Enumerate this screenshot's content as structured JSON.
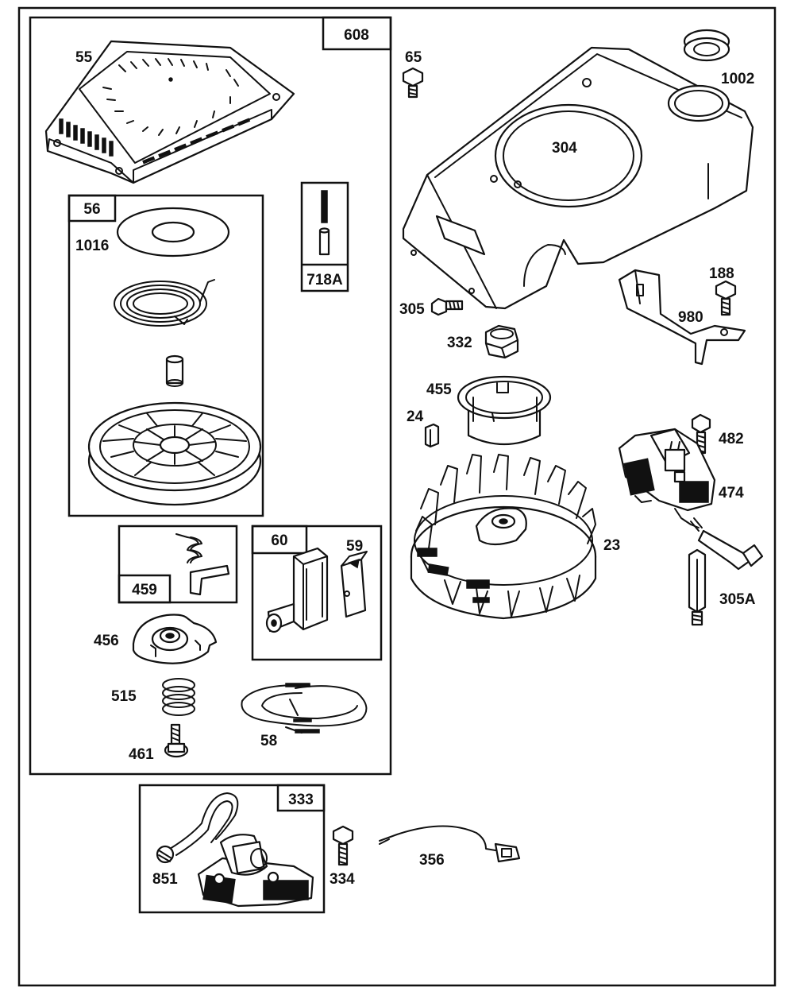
{
  "diagram": {
    "groups": {
      "g608": "608",
      "g56": "56",
      "g718A": "718A",
      "g459": "459",
      "g60": "60",
      "g333": "333"
    },
    "parts": {
      "p55": "55",
      "p1016": "1016",
      "p456": "456",
      "p515": "515",
      "p461": "461",
      "p58": "58",
      "p59": "59",
      "p65": "65",
      "p1002": "1002",
      "p304": "304",
      "p305": "305",
      "p332": "332",
      "p188": "188",
      "p980": "980",
      "p455": "455",
      "p24": "24",
      "p482": "482",
      "p474": "474",
      "p23": "23",
      "p305A": "305A",
      "p851": "851",
      "p334": "334",
      "p356": "356"
    }
  }
}
